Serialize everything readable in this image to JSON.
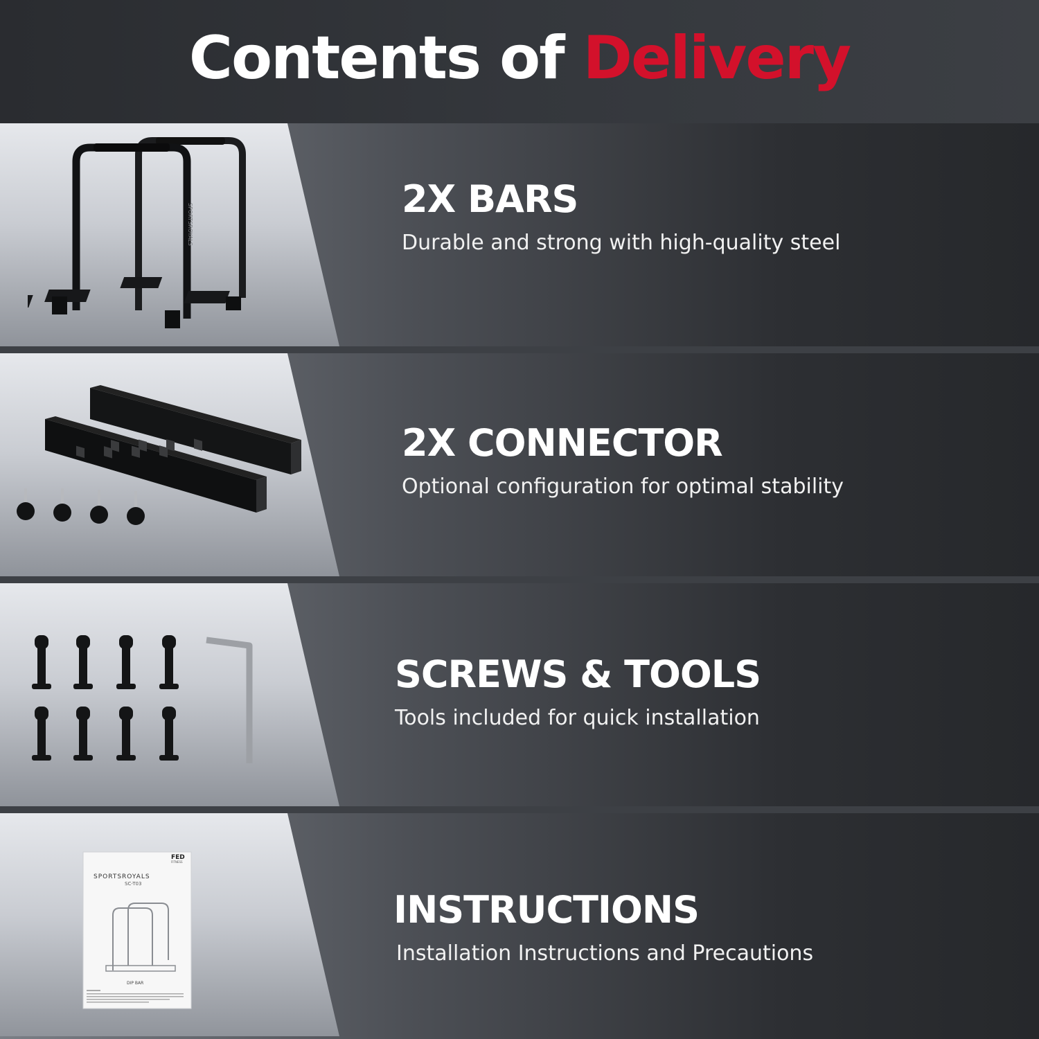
{
  "header": {
    "title_main": "Contents of",
    "title_accent": "Delivery"
  },
  "items": [
    {
      "heading": "2X BARS",
      "subtitle": "Durable and strong with high-quality steel",
      "image_icon": "dip-bars-icon",
      "image_text": "SPORTSROYALS"
    },
    {
      "heading": "2X CONNECTOR",
      "subtitle": "Optional configuration for optimal stability",
      "image_icon": "connector-bars-icon"
    },
    {
      "heading": "SCREWS & TOOLS",
      "subtitle": "Tools included for quick installation",
      "image_icon": "screws-and-hex-key-icon"
    },
    {
      "heading": "INSTRUCTIONS",
      "subtitle": "Installation Instructions and Precautions",
      "image_icon": "instruction-manual-icon",
      "manual": {
        "logo": "FED",
        "logo_sub": "FITNESS",
        "brand": "SPORTSROYALS",
        "model": "SC-T03",
        "caption": "DIP BAR"
      }
    }
  ],
  "colors": {
    "accent": "#d3112b",
    "background": "#2b2d31",
    "text": "#ffffff"
  }
}
